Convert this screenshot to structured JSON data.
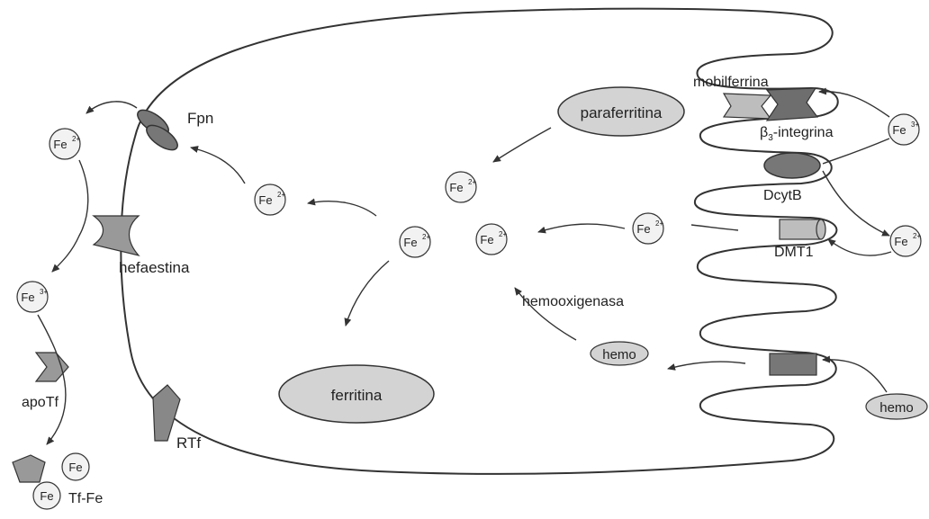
{
  "labels": {
    "fpn": "Fpn",
    "hefaestina": "hefaestina",
    "apoTf": "apoTf",
    "tfFe": "Tf-Fe",
    "rtf": "RTf",
    "ferritina": "ferritina",
    "paraferritina": "paraferritina",
    "mobilferrina": "mobilferrina",
    "integrina_beta": "β",
    "integrina_sub": "3",
    "integrina_rest": "-integrina",
    "dcytb": "DcytB",
    "dmt1": "DMT1",
    "hemooxigenasa": "hemooxigenasa",
    "hemo_in": "hemo",
    "hemo_out": "hemo"
  },
  "ions": {
    "fe": "Fe",
    "fe_plain": "Fe",
    "charge2": "2+",
    "charge3": "3+"
  },
  "colors": {
    "line": "#333333",
    "protein_dark": "#777777",
    "protein_light": "#bdbdbd",
    "ellipse_fill": "#d3d3d3",
    "ion_fill": "#f2f2f2"
  }
}
